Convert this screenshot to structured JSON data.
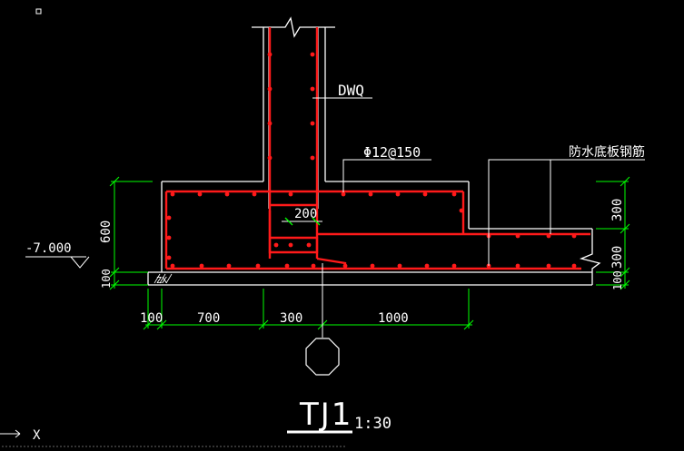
{
  "labels": {
    "wall_rebar": "DWQ",
    "stirrup_spec": "Φ12@150",
    "waterproof_slab_rebar": "防水底板钢筋",
    "rebar_spacing": "200",
    "elevation": "-7.000",
    "hatch_text": "ZX",
    "ucs_axis": "X"
  },
  "dimensions": {
    "left_height": "600",
    "left_base": "100",
    "right_top": "300",
    "right_mid": "300",
    "right_base": "100",
    "bottom": [
      "100",
      "700",
      "300",
      "1000"
    ]
  },
  "title": {
    "name": "TJ1",
    "scale": "1:30"
  },
  "colors": {
    "background": "#000000",
    "outline": "#ffffff",
    "rebar": "#ff1a1a",
    "dimension": "#00ff00",
    "text": "#ffffff"
  },
  "icons": {
    "axis_marker": "octagon-axis-icon",
    "break_mark": "break-line-icon",
    "elevation_mark": "elevation-triangle-icon"
  }
}
